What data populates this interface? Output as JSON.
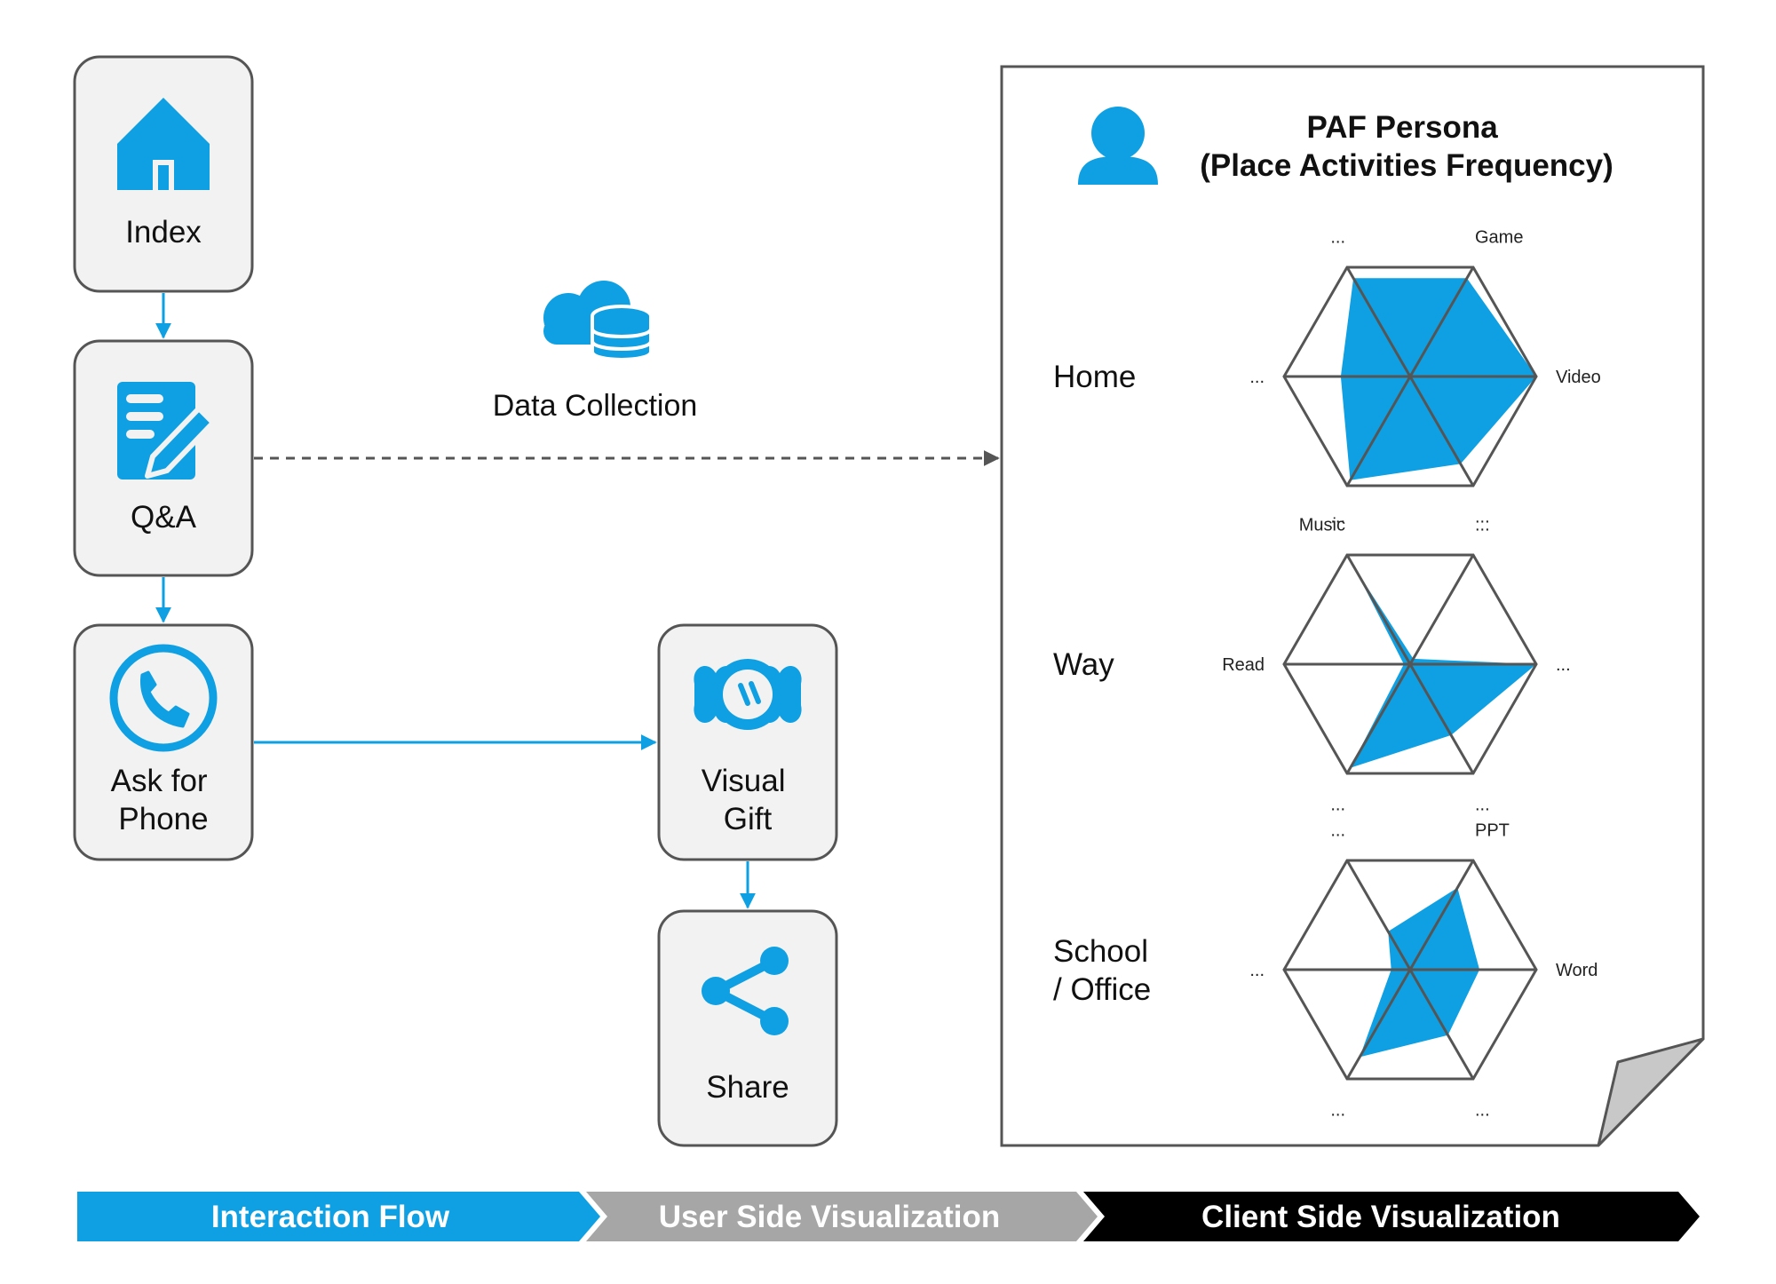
{
  "colors": {
    "accent": "#0EA0E3",
    "node_fill": "#F2F2F2",
    "node_border": "#555555",
    "gray": "#A6A6A6",
    "black": "#000000"
  },
  "flow": {
    "index": {
      "label": [
        "Index"
      ],
      "icon": "home-icon"
    },
    "qa": {
      "label": [
        "Q&A"
      ],
      "icon": "form-edit-icon"
    },
    "phone": {
      "label": [
        "Ask for",
        "Phone"
      ],
      "icon": "phone-icon"
    },
    "gift": {
      "label": [
        "Visual",
        "Gift"
      ],
      "icon": "candy-gift-icon"
    },
    "share": {
      "label": [
        "Share"
      ],
      "icon": "share-icon"
    }
  },
  "data_collection": {
    "label": "Data Collection",
    "icon": "cloud-database-icon"
  },
  "persona": {
    "title_line1": "PAF Persona",
    "title_line2": "(Place Activities Frequency)",
    "icon": "user-icon",
    "places": [
      {
        "name": [
          "Home"
        ],
        "labels": [
          "Game",
          "Video",
          "...",
          "...",
          "...",
          "..."
        ],
        "values": [
          0.9,
          1.0,
          0.8,
          0.95,
          0.55,
          0.9
        ]
      },
      {
        "name": [
          "Way"
        ],
        "labels": [
          "...",
          "...",
          "...",
          "...",
          "Read",
          "Music"
        ],
        "values": [
          0.05,
          1.0,
          0.65,
          0.95,
          0.05,
          0.9
        ]
      },
      {
        "name": [
          "School",
          "/ Office"
        ],
        "labels": [
          "PPT",
          "Word",
          "...",
          "...",
          "...",
          "..."
        ],
        "values": [
          0.75,
          0.55,
          0.6,
          0.8,
          0.15,
          0.35
        ]
      }
    ]
  },
  "stages": [
    "Interaction Flow",
    "User Side Visualization",
    "Client Side Visualization"
  ]
}
